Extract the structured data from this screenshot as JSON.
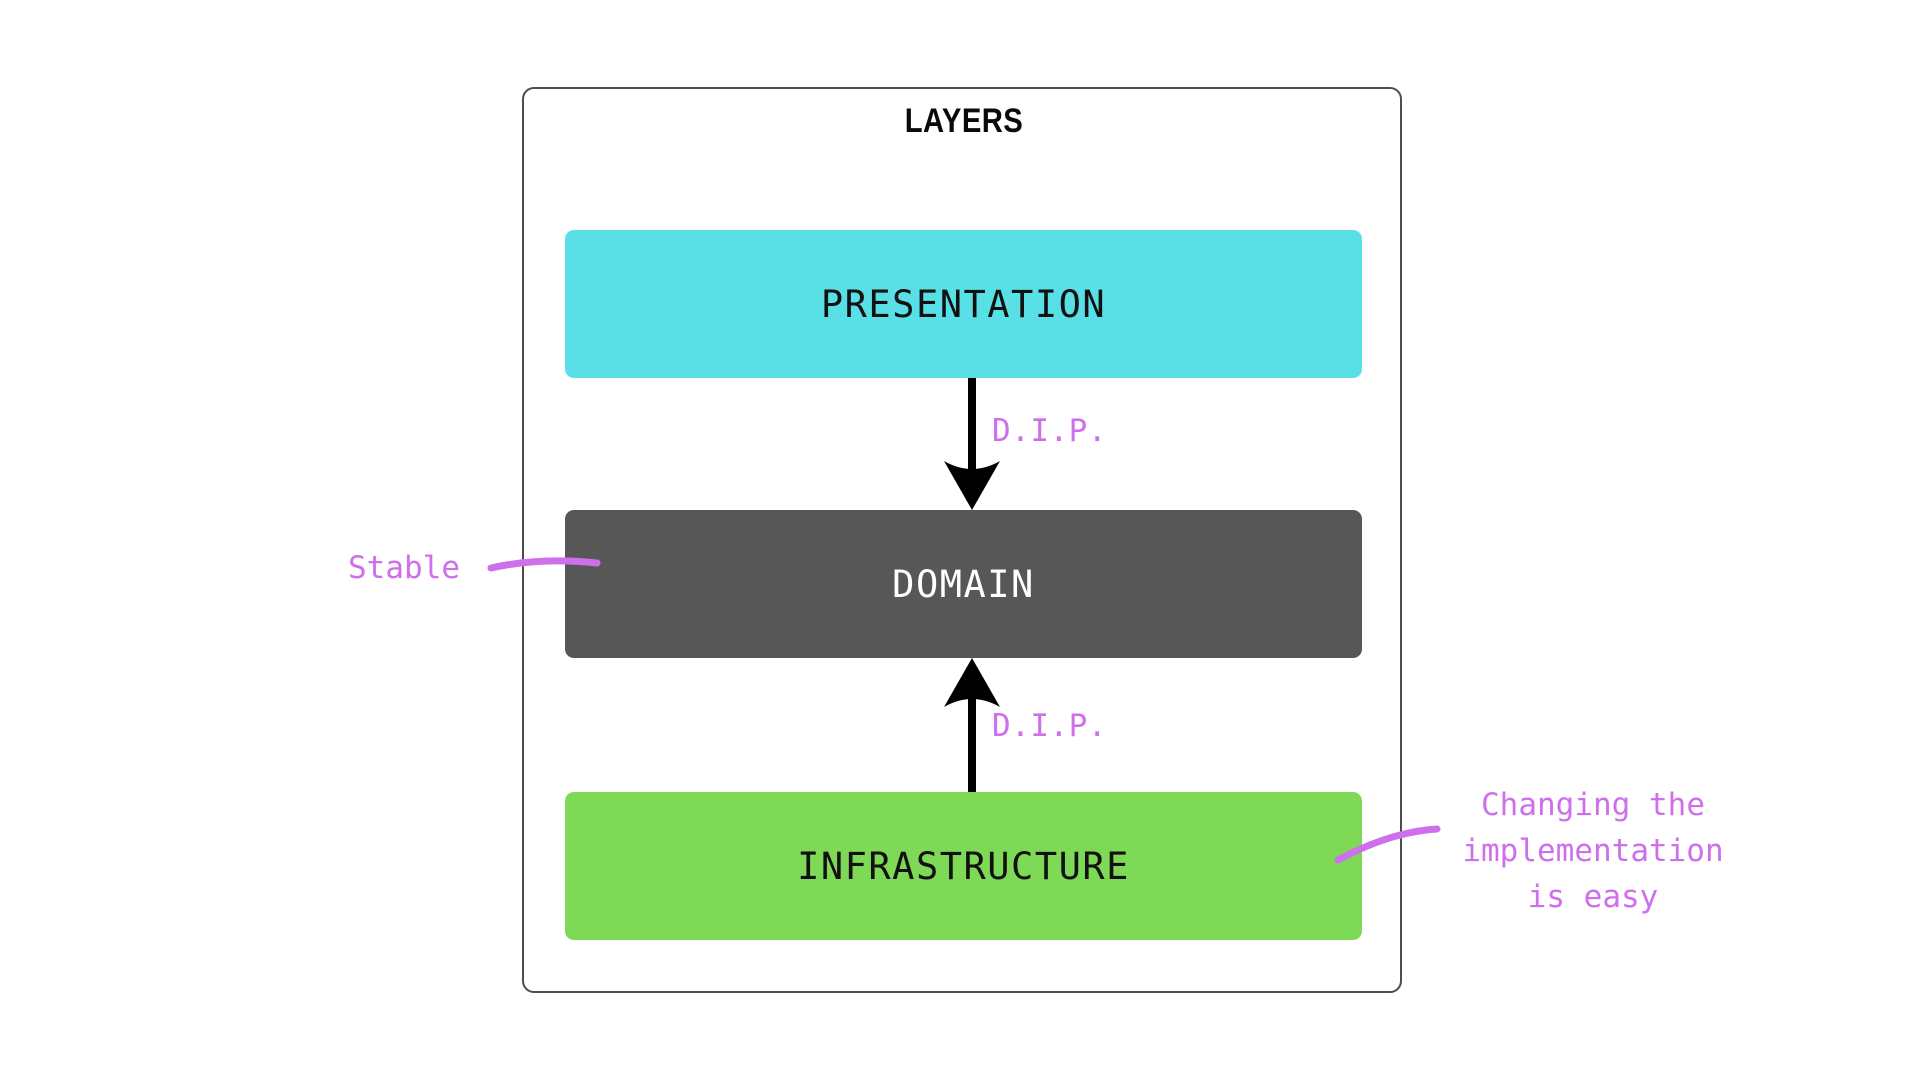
{
  "diagram": {
    "title": "LAYERS",
    "type": "layered-architecture",
    "background_color": "#ffffff",
    "frame_border_color": "#4d4d4d",
    "annotation_color": "#ce6fec",
    "layers": [
      {
        "id": "presentation",
        "label": "PRESENTATION",
        "fill": "#59dfe6",
        "text_color": "#111111",
        "order": 1
      },
      {
        "id": "domain",
        "label": "DOMAIN",
        "fill": "#575757",
        "text_color": "#ffffff",
        "order": 2
      },
      {
        "id": "infrastructure",
        "label": "INFRASTRUCTURE",
        "fill": "#7ed957",
        "text_color": "#111111",
        "order": 3
      }
    ],
    "arrows": [
      {
        "id": "presentation-to-domain",
        "from": "presentation",
        "to": "domain",
        "direction": "down",
        "label": "D.I.P.",
        "color": "#000000"
      },
      {
        "id": "infrastructure-to-domain",
        "from": "infrastructure",
        "to": "domain",
        "direction": "up",
        "label": "D.I.P.",
        "color": "#000000"
      }
    ],
    "annotations": [
      {
        "id": "stable",
        "text": "Stable",
        "target": "domain",
        "side": "left",
        "color": "#ce6fec"
      },
      {
        "id": "changing-implementation",
        "text": "Changing the\nimplementation\nis easy",
        "target": "infrastructure",
        "side": "right",
        "color": "#ce6fec"
      }
    ]
  }
}
